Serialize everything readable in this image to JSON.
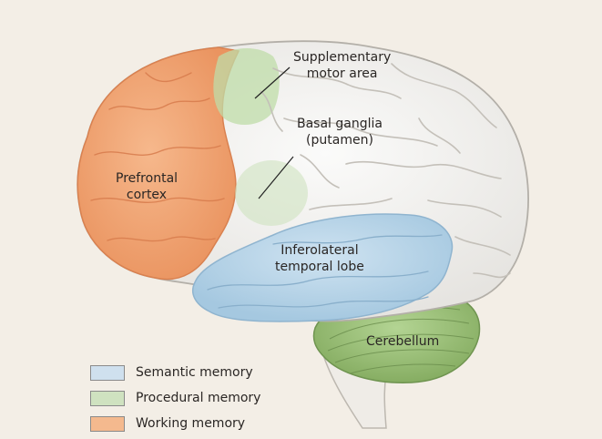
{
  "labels": {
    "sma_line1": "Supplementary",
    "sma_line2": "motor area",
    "bg_line1": "Basal ganglia",
    "bg_line2": "(putamen)",
    "pfc_line1": "Prefrontal",
    "pfc_line2": "cortex",
    "temporal_line1": "Inferolateral",
    "temporal_line2": "temporal lobe",
    "cerebellum": "Cerebellum"
  },
  "legend": [
    {
      "label": "Semantic memory",
      "color": "#cfe0ee"
    },
    {
      "label": "Procedural memory",
      "color": "#cfe2c0"
    },
    {
      "label": "Working memory",
      "color": "#f4b98e"
    }
  ],
  "colors": {
    "background": "#f3eee6",
    "cortex": "#f4f3f1",
    "prefrontal": "#f2a878",
    "temporal": "#b9d6ea",
    "procedural": "#bfdca8",
    "cerebellum": "#9cc27a",
    "stem": "#f0eeea"
  }
}
